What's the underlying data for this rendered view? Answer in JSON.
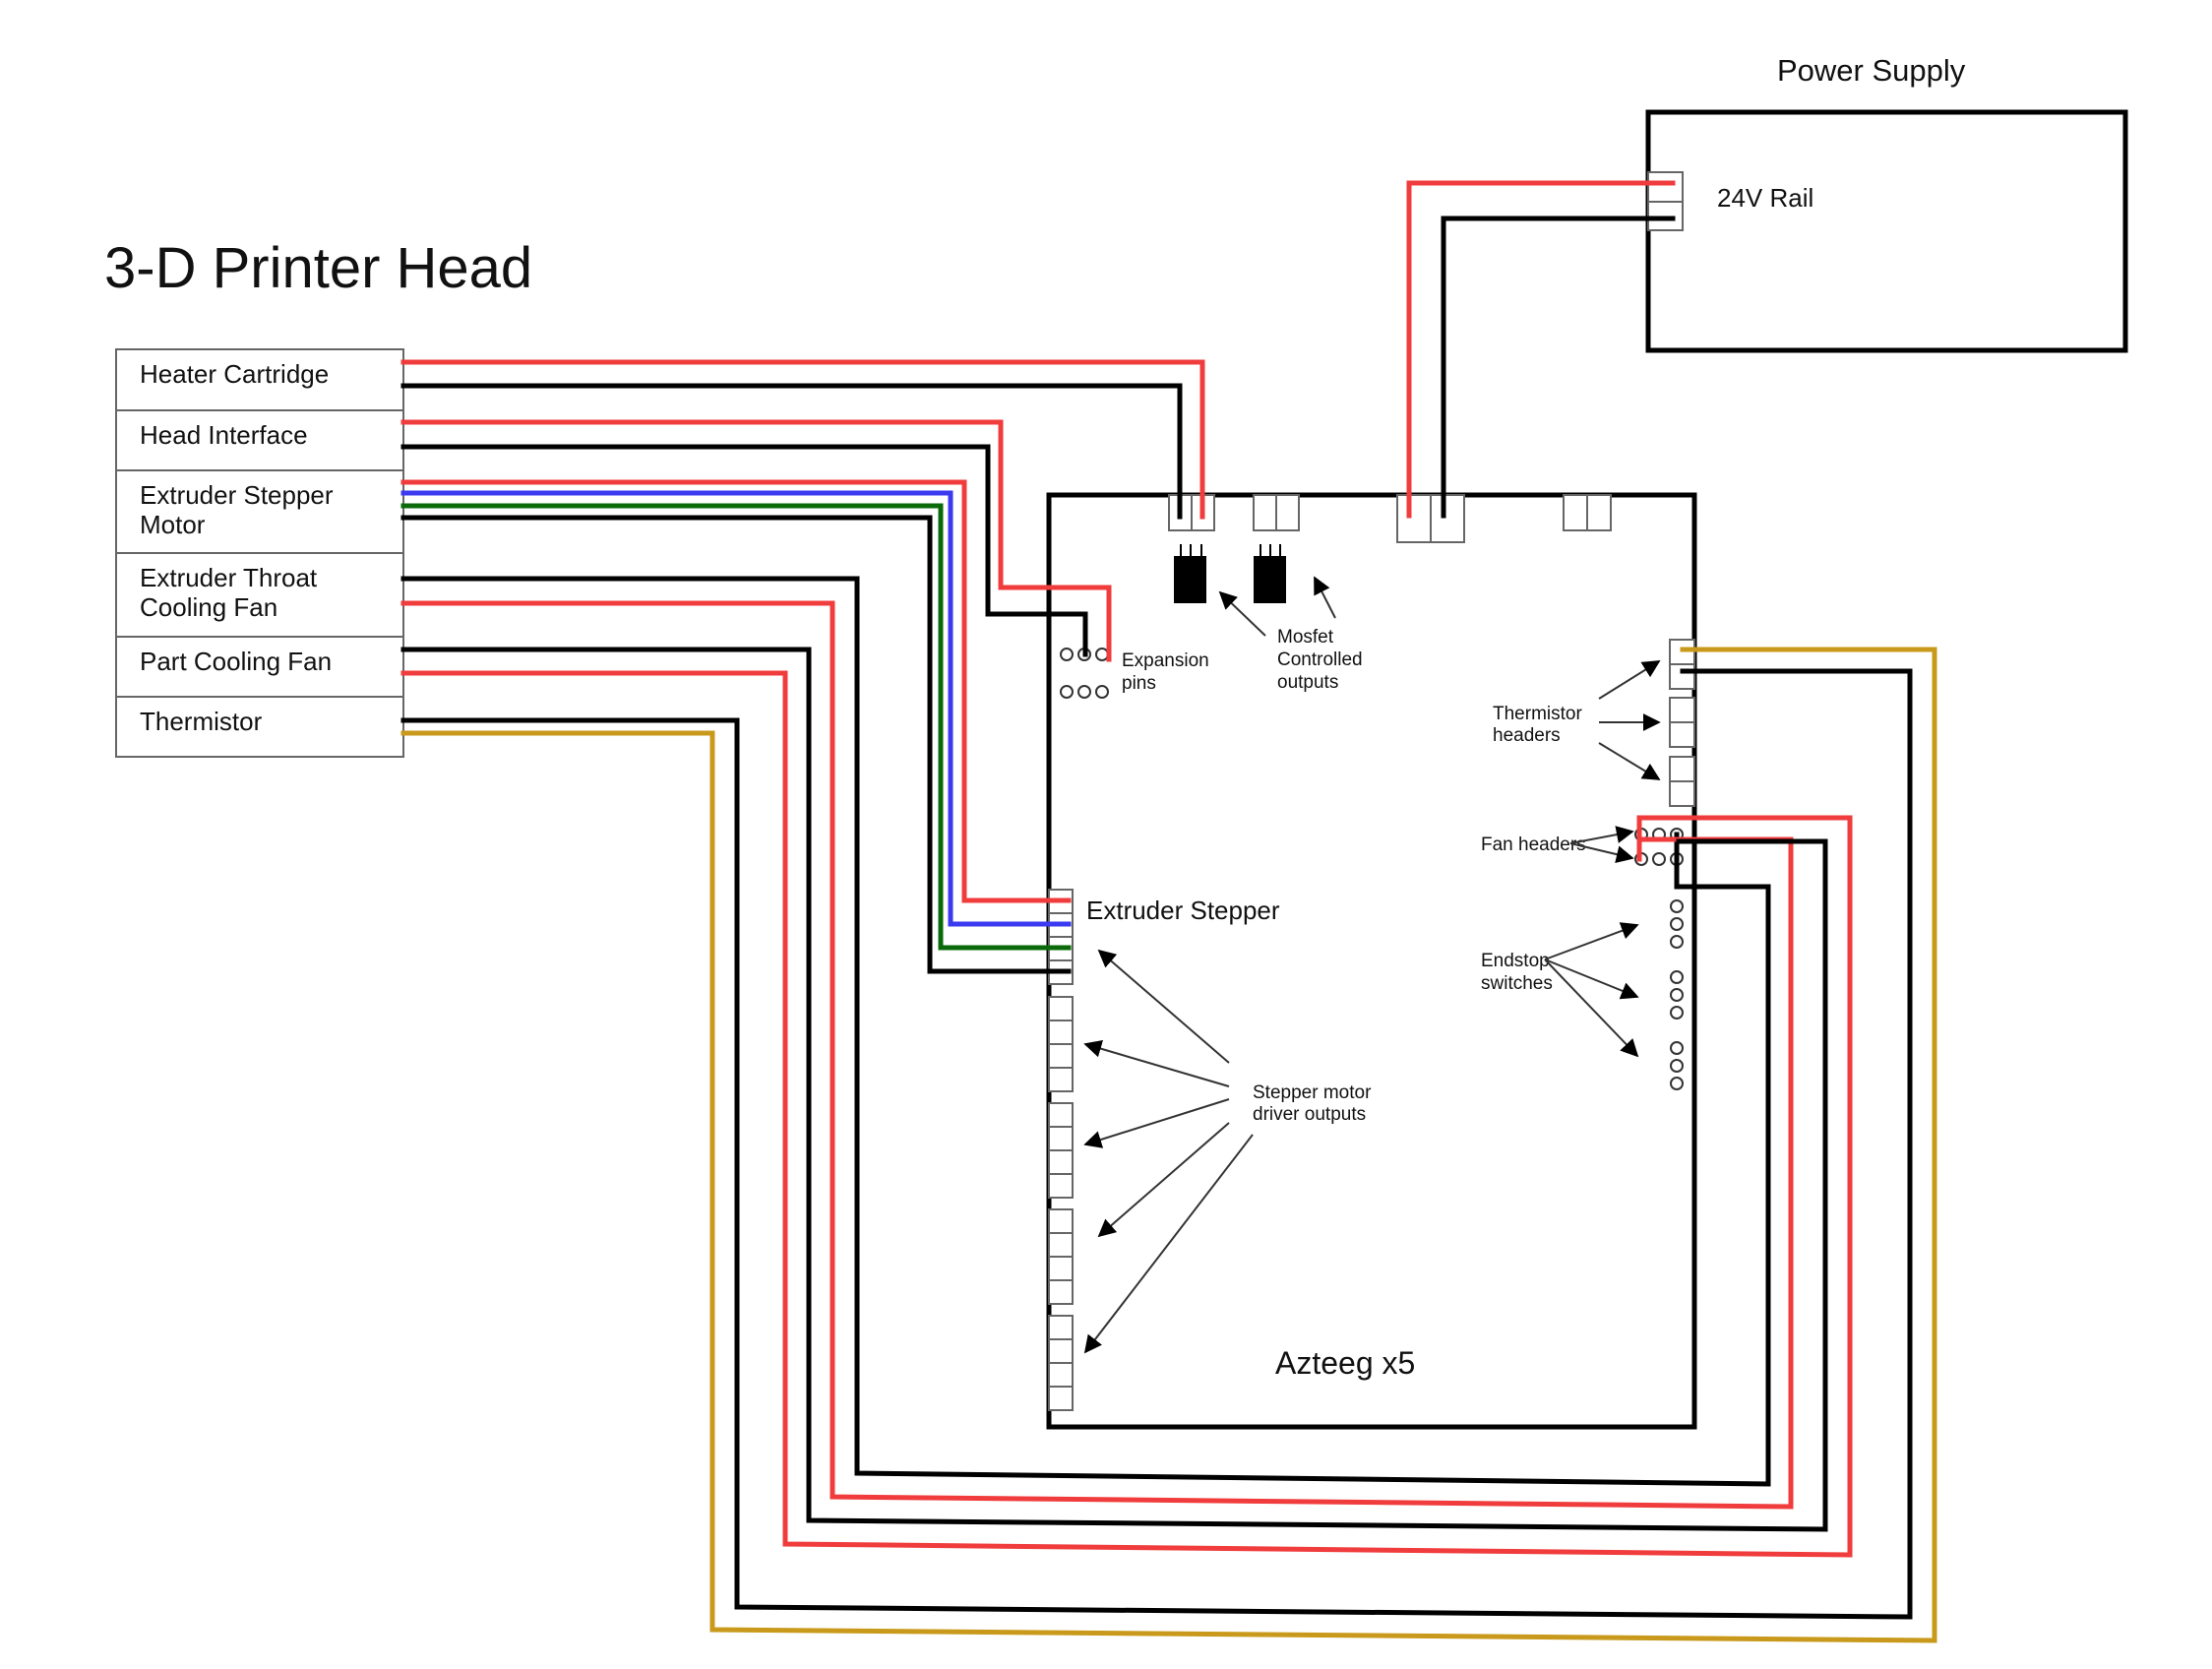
{
  "diagram": {
    "title": "3-D Printer Head",
    "head_components": [
      {
        "label_lines": [
          "Heater Cartridge"
        ]
      },
      {
        "label_lines": [
          "Head Interface"
        ]
      },
      {
        "label_lines": [
          "Extruder Stepper",
          "Motor"
        ]
      },
      {
        "label_lines": [
          "Extruder Throat",
          "Cooling Fan"
        ]
      },
      {
        "label_lines": [
          "Part Cooling Fan"
        ]
      },
      {
        "label_lines": [
          "Thermistor"
        ]
      }
    ],
    "power_supply": {
      "title": "Power Supply",
      "rail_label": "24V Rail"
    },
    "board": {
      "name": "Azteeg x5",
      "labels": {
        "expansion": [
          "Expansion",
          "pins"
        ],
        "mosfet": [
          "Mosfet",
          "Controlled",
          "outputs"
        ],
        "thermistor": [
          "Thermistor",
          "headers"
        ],
        "fan": [
          "Fan headers"
        ],
        "endstop": [
          "Endstop",
          "switches"
        ],
        "extruder_stepper": "Extruder Stepper",
        "stepper_drivers": [
          "Stepper motor",
          "driver outputs"
        ]
      }
    },
    "wire_colors": {
      "red": "#f03c3c",
      "black": "#000000",
      "blue": "#3a3af0",
      "green": "#0a6a0a",
      "yellow": "#c8991a"
    }
  }
}
